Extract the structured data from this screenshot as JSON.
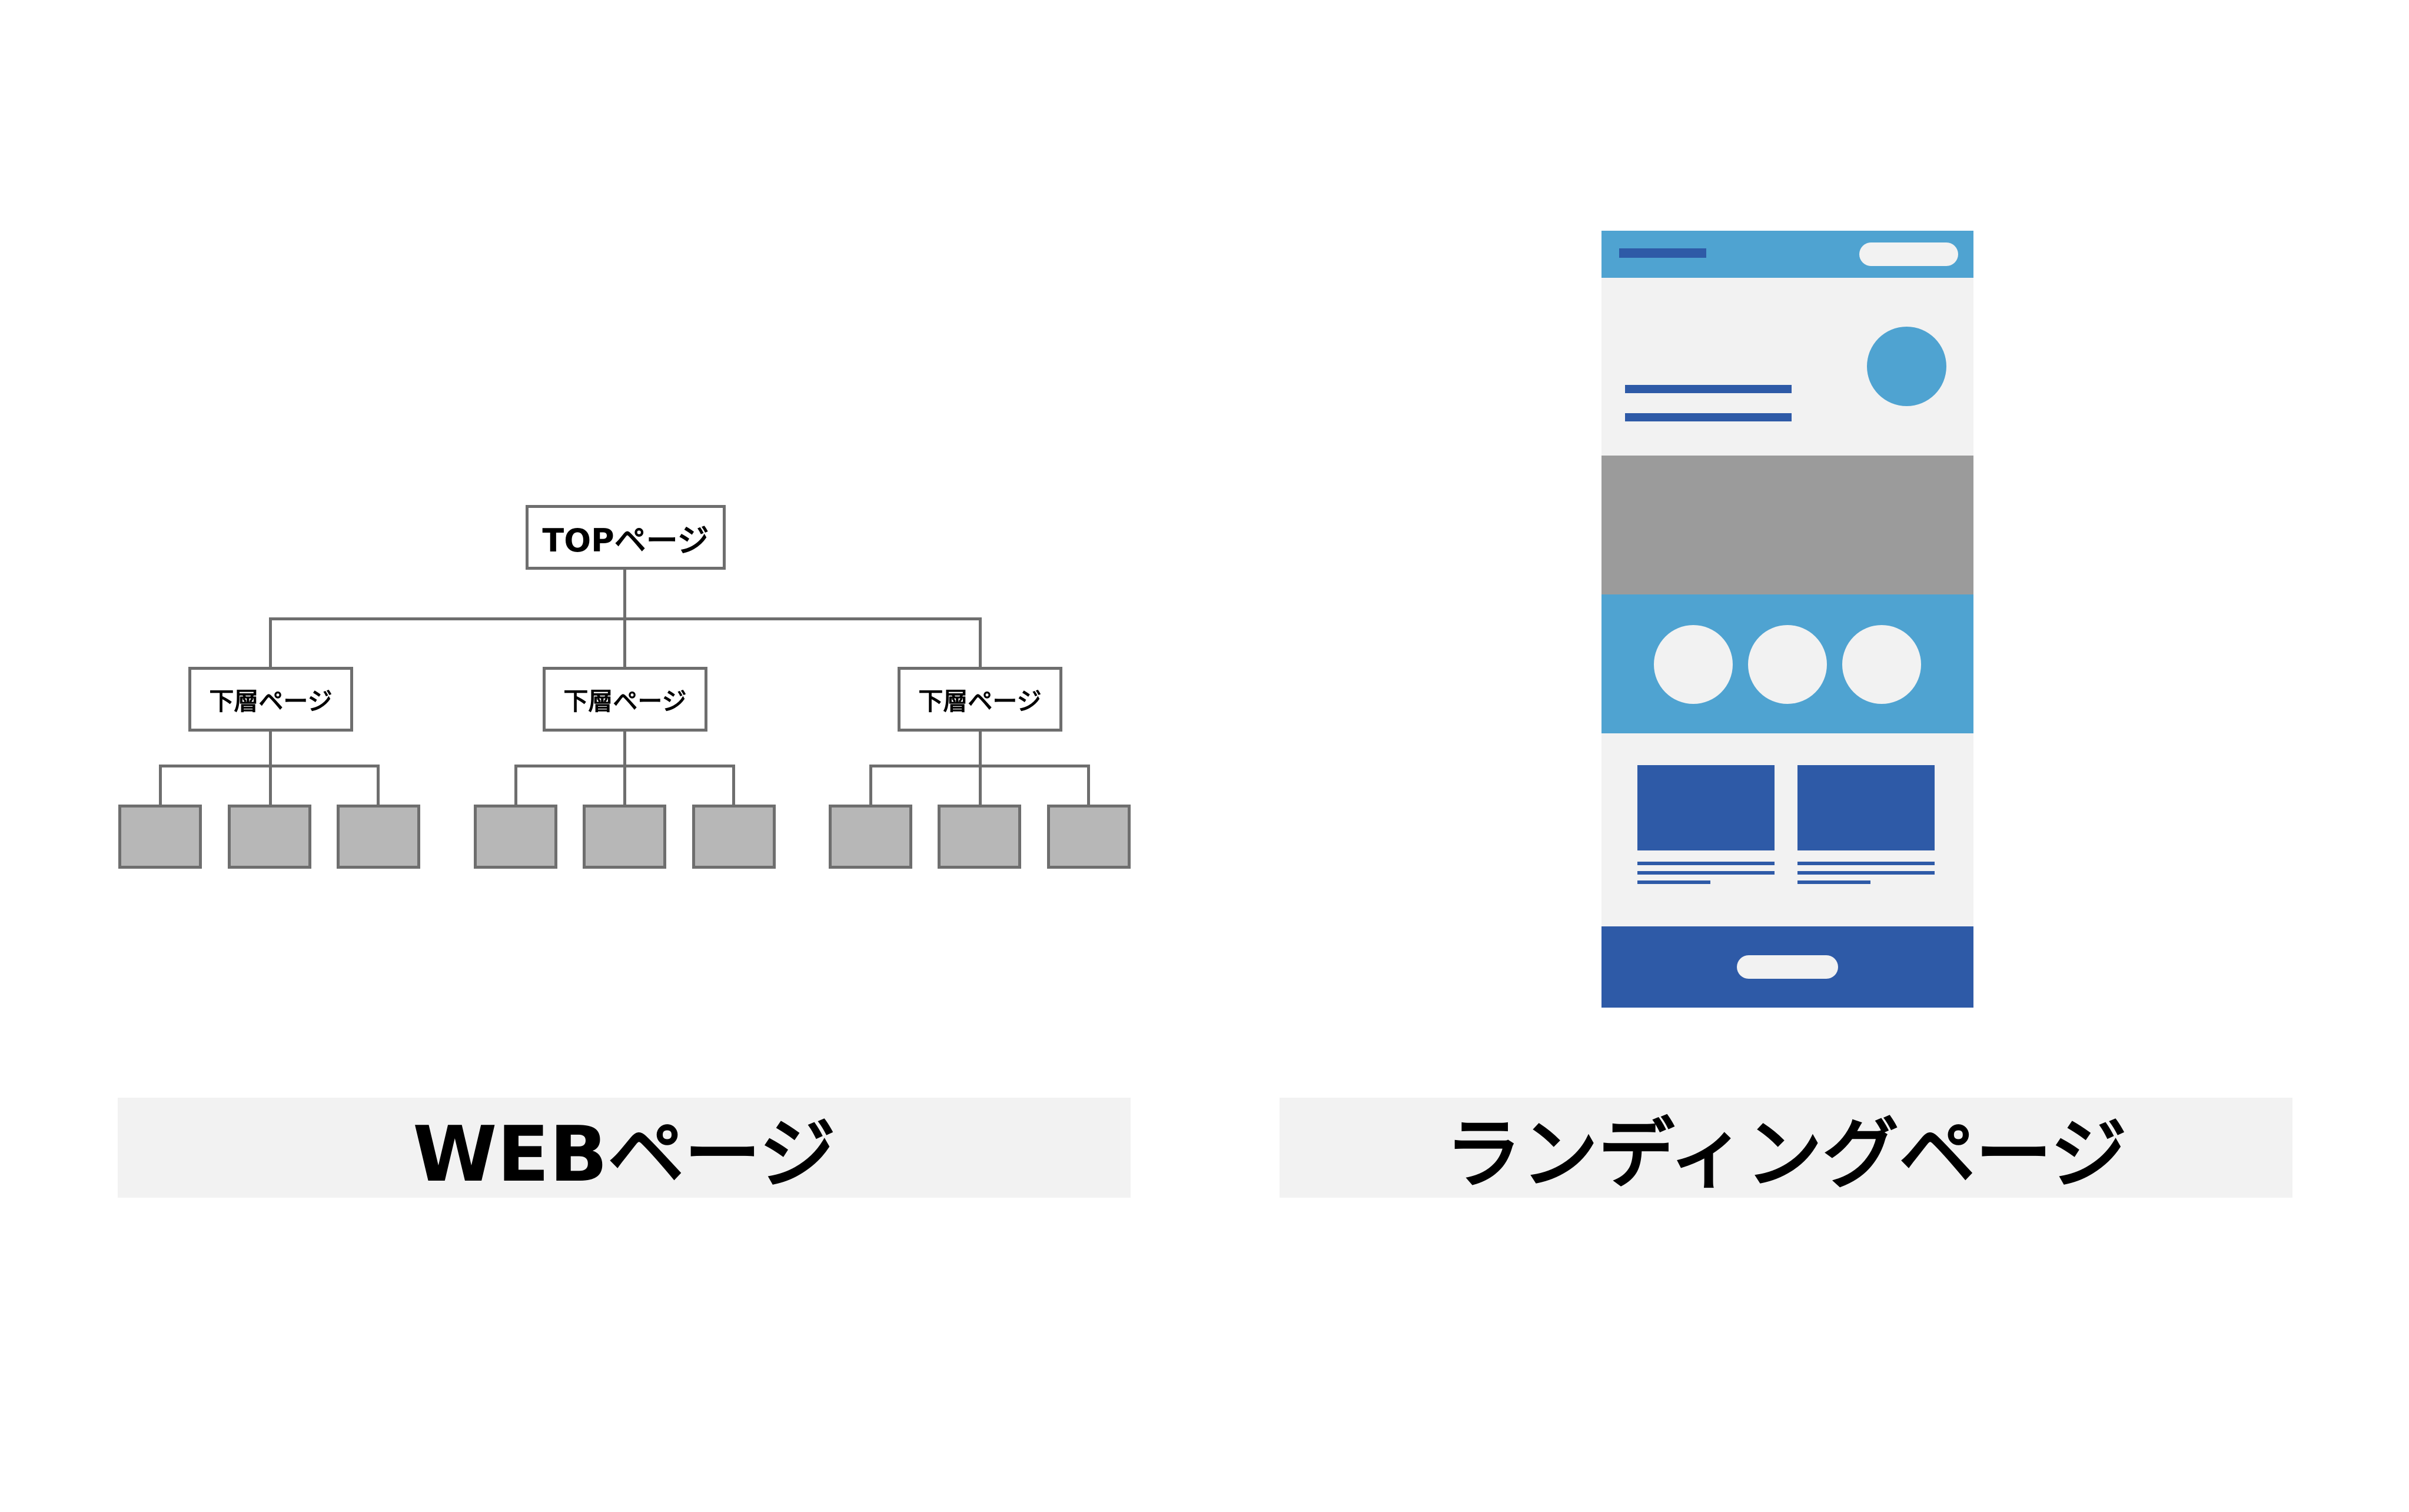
{
  "site_tree": {
    "top_label": "TOPページ",
    "sub_labels": [
      "下層ページ",
      "下層ページ",
      "下層ページ"
    ],
    "leaf_count_per_sub": 3
  },
  "mockup": {
    "colors": {
      "header": "#4fa3d1",
      "bar": "#2e5aa7",
      "panel": "#f2f2f2",
      "hero_image": "#9b9b9b",
      "features": "#4fa3d1",
      "footer": "#2e5aa7"
    },
    "feature_circle_count": 3,
    "card_count": 2
  },
  "captions": {
    "left": "WEBページ",
    "right": "ランディングページ"
  },
  "colors": {
    "line": "#6e6e6e",
    "leaf_fill": "#b7b7b7",
    "caption_bg": "#f2f2f2"
  }
}
